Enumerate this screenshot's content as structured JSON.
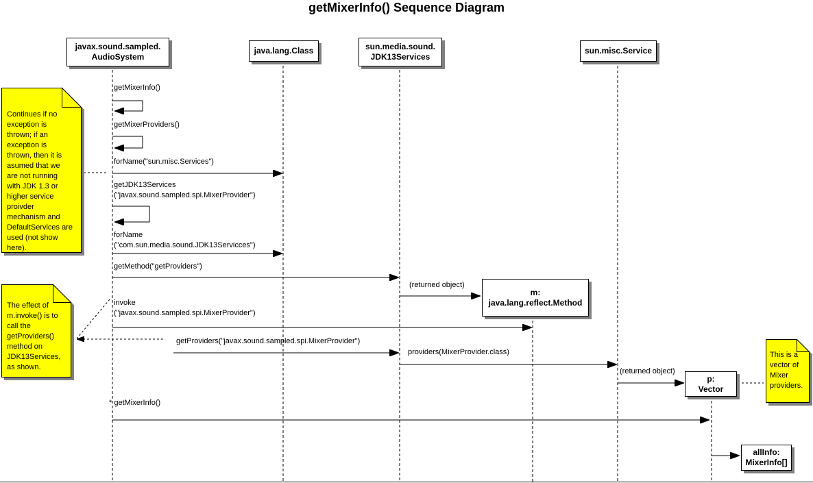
{
  "title": "getMixerInfo() Sequence Diagram",
  "participants": [
    {
      "name": "javax.sound.sampled.\nAudioSystem"
    },
    {
      "name": "java.lang.Class"
    },
    {
      "name": "sun.media.sound.\nJDK13Services"
    },
    {
      "name": "sun.misc.Service"
    }
  ],
  "objects": [
    {
      "name": "m:\njava.lang.reflect.Method"
    },
    {
      "name": "p:\nVector"
    },
    {
      "name": "allInfo:\nMixerInfo[]"
    }
  ],
  "messages": [
    {
      "label": "getMixerInfo()",
      "kind": "self-call",
      "lifeline": "AudioSystem"
    },
    {
      "label": "getMixerProviders()",
      "kind": "self-call",
      "lifeline": "AudioSystem"
    },
    {
      "label": "forName(\"sun.misc.Services\")",
      "kind": "call",
      "from": "AudioSystem",
      "to": "java.lang.Class"
    },
    {
      "label": "getJDK13Services\n(\"javax.sound.sampled.spi.MixerProvider\")",
      "kind": "self-call",
      "lifeline": "AudioSystem"
    },
    {
      "label": "forName\n(\"com.sun.media.sound.JDK13Servicces\")",
      "kind": "call",
      "from": "AudioSystem",
      "to": "java.lang.Class"
    },
    {
      "label": "getMethod(\"getProviders\")",
      "kind": "call",
      "from": "AudioSystem",
      "to": "JDK13Services"
    },
    {
      "label": "(returned object)",
      "kind": "return",
      "from": "JDK13Services",
      "to": "m: java.lang.reflect.Method"
    },
    {
      "label": "invoke\n(\"javax.sound.sampled.spi.MixerProvider\")",
      "kind": "call",
      "from": "AudioSystem",
      "to": "m: java.lang.reflect.Method"
    },
    {
      "label": "getProviders(\"javax.sound.sampled.spi.MixerProvider\")",
      "kind": "call",
      "to": "JDK13Services"
    },
    {
      "label": "providers(MixerProvider.class)",
      "kind": "call",
      "from": "JDK13Services",
      "to": "sun.misc.Service"
    },
    {
      "label": "(returned object)",
      "kind": "return",
      "from": "sun.misc.Service",
      "to": "p: Vector"
    },
    {
      "label": "* getMixerInfo()",
      "kind": "call",
      "from": "AudioSystem",
      "to": "p: Vector"
    },
    {
      "label": "",
      "kind": "return",
      "to": "allInfo: MixerInfo[]"
    }
  ],
  "notes": [
    {
      "text": "Continues if no\nexception is\nthrown; if an\nexception is\nthrown, then it is\nasumed that we\nare not running\nwith JDK 1.3 or\nhigher service\nproivder\nmechanism and\nDefaultServices are\nused (not show\nhere)."
    },
    {
      "text": "The effect of\nm.invoke() is to\ncall the\ngetProviders()\nmethod on\nJDK13Services,\nas shown."
    },
    {
      "text": "This is a\nvector of\nMixer\nproviders."
    }
  ],
  "colors": {
    "background": "#FFFFFF",
    "note_fill": "#FFFF00",
    "shadow": "#808080",
    "line": "#000000"
  }
}
